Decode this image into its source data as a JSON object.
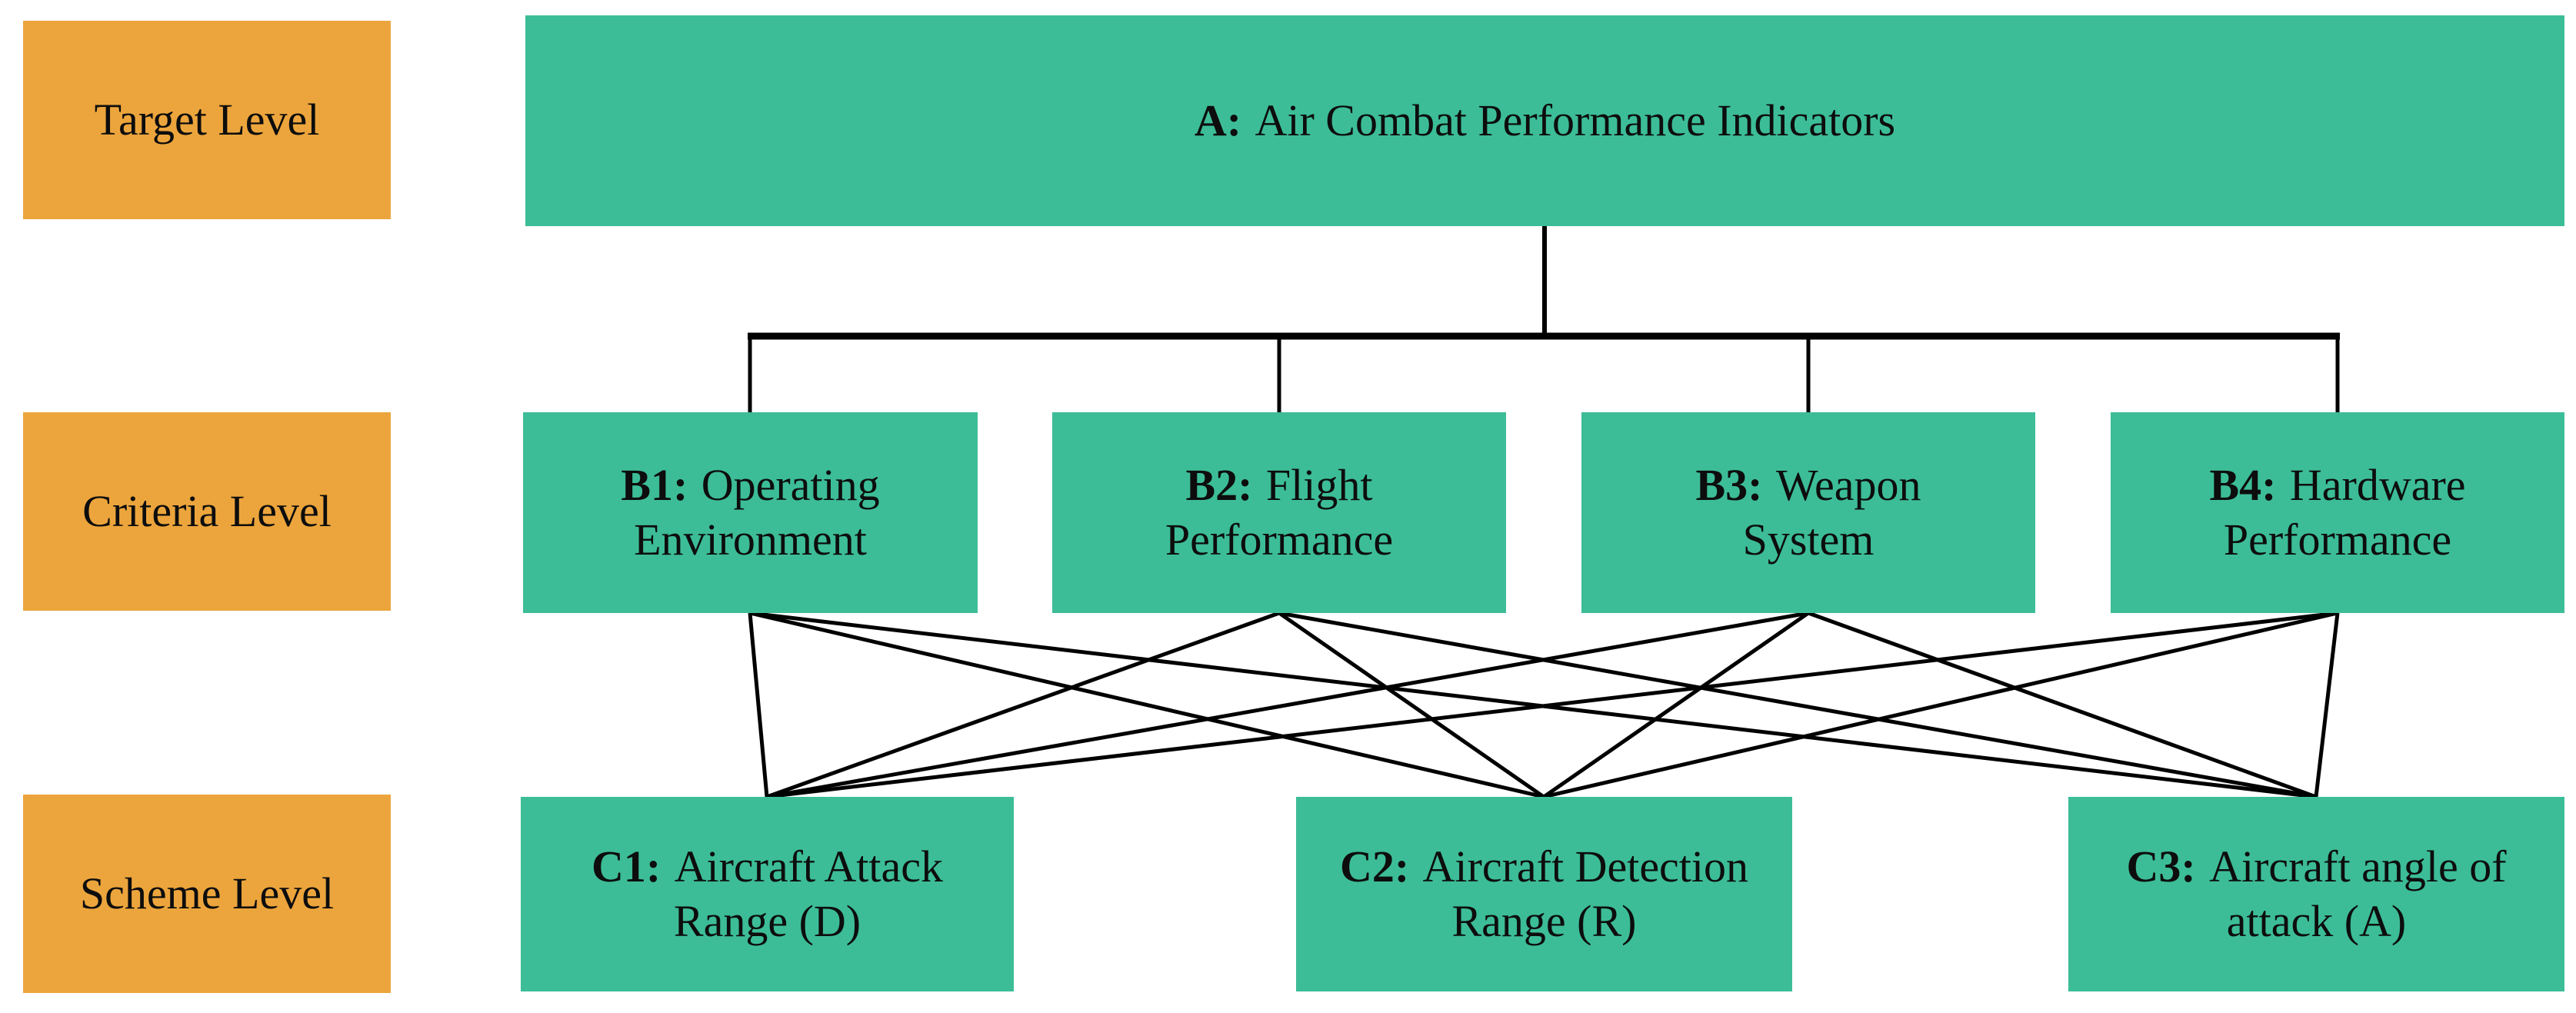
{
  "diagram": {
    "title_hint": "AHP hierarchy of air combat performance indicators",
    "colors": {
      "level_box": "#ECA53C",
      "node_box": "#3CBD97",
      "line": "#000000",
      "text": "#0d0d0d"
    },
    "levels": [
      {
        "label": "Target Level"
      },
      {
        "label": "Criteria Level"
      },
      {
        "label": "Scheme Level"
      }
    ],
    "target_node": {
      "prefix": "A:",
      "label": "Air Combat Performance Indicators"
    },
    "criteria_nodes": [
      {
        "prefix": "B1:",
        "label": "Operating Environment"
      },
      {
        "prefix": "B2:",
        "label": "Flight Performance"
      },
      {
        "prefix": "B3:",
        "label": "Weapon System"
      },
      {
        "prefix": "B4:",
        "label": "Hardware Performance"
      }
    ],
    "scheme_nodes": [
      {
        "prefix": "C1:",
        "label": "Aircraft Attack Range (D)"
      },
      {
        "prefix": "C2:",
        "label": "Aircraft Detection Range (R)"
      },
      {
        "prefix": "C3:",
        "label": "Aircraft angle of attack (A)"
      }
    ],
    "connections": {
      "a_to_b": [
        "B1",
        "B2",
        "B3",
        "B4"
      ],
      "b_to_c": [
        "B1-C1",
        "B1-C2",
        "B1-C3",
        "B2-C1",
        "B2-C2",
        "B2-C3",
        "B3-C1",
        "B3-C2",
        "B3-C3",
        "B4-C1",
        "B4-C2",
        "B4-C3"
      ]
    }
  }
}
